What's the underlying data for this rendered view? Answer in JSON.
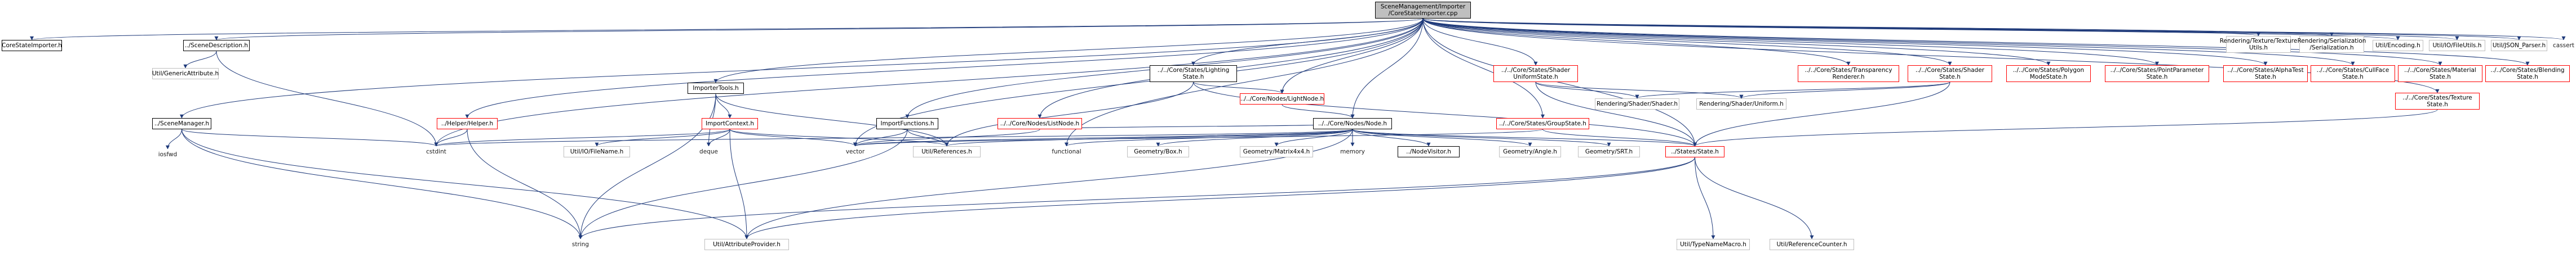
{
  "graph_title": "SceneManagement/Importer/CoreStateImporter.cpp",
  "colors": {
    "red_border": "#ff0000",
    "gray_border": "#bfbfbf",
    "edge": "#1f3a7a",
    "root_fill": "#bfbfbf"
  },
  "nodes": {
    "root": [
      "SceneManagement/Importer",
      "/CoreStateImporter.cpp"
    ],
    "core_state_importer_h": [
      "CoreStateImporter.h"
    ],
    "scene_description_h": [
      "../SceneDescription.h"
    ],
    "util_generic_attribute_h": [
      "Util/GenericAttribute.h"
    ],
    "scene_manager_h": [
      "../SceneManager.h"
    ],
    "iosfwd": [
      "iosfwd"
    ],
    "string": [
      "string"
    ],
    "util_attribute_provider_h": [
      "Util/AttributeProvider.h"
    ],
    "helper_h": [
      "../Helper/Helper.h"
    ],
    "cstdint": [
      "cstdint"
    ],
    "importer_tools_h": [
      "ImporterTools.h"
    ],
    "import_context_h": [
      "ImportContext.h"
    ],
    "deque": [
      "deque"
    ],
    "util_io_filename_h": [
      "Util/IO/FileName.h"
    ],
    "vector": [
      "vector"
    ],
    "util_references_h": [
      "Util/References.h"
    ],
    "import_functions_h": [
      "ImportFunctions.h"
    ],
    "list_node_h": [
      "../../Core/Nodes/ListNode.h"
    ],
    "light_node_h": [
      "../../Core/Nodes/LightNode.h"
    ],
    "node_h": [
      "../../Core/Nodes/Node.h"
    ],
    "functional": [
      "functional"
    ],
    "geometry_box_h": [
      "Geometry/Box.h"
    ],
    "geometry_matrix4x4_h": [
      "Geometry/Matrix4x4.h"
    ],
    "memory": [
      "memory"
    ],
    "node_visitor_h": [
      "../NodeVisitor.h"
    ],
    "geometry_angle_h": [
      "Geometry/Angle.h"
    ],
    "geometry_srt_h": [
      "Geometry/SRT.h"
    ],
    "lighting_state_h": [
      "../../Core/States/Lighting",
      "State.h"
    ],
    "shader_uniform_state_h": [
      "../../Core/States/Shader",
      "UniformState.h"
    ],
    "group_state_h": [
      "../../Core/States/GroupState.h"
    ],
    "states_state_h": [
      "../States/State.h"
    ],
    "util_type_name_macro_h": [
      "Util/TypeNameMacro.h"
    ],
    "util_reference_counter_h": [
      "Util/ReferenceCounter.h"
    ],
    "transparency_renderer_h": [
      "../../Core/States/Transparency",
      "Renderer.h"
    ],
    "shader_state_h": [
      "../../Core/States/Shader",
      "State.h"
    ],
    "rendering_shader_shader_h": [
      "Rendering/Shader/Shader.h"
    ],
    "rendering_shader_uniform_h": [
      "Rendering/Shader/Uniform.h"
    ],
    "polygon_mode_state_h": [
      "../../Core/States/Polygon",
      "ModeState.h"
    ],
    "point_parameter_state_h": [
      "../../Core/States/PointParameter",
      "State.h"
    ],
    "alpha_test_state_h": [
      "../../Core/States/AlphaTest",
      "State.h"
    ],
    "cull_face_state_h": [
      "../../Core/States/CullFace",
      "State.h"
    ],
    "material_state_h": [
      "../../Core/States/Material",
      "State.h"
    ],
    "blending_state_h": [
      "../../Core/States/Blending",
      "State.h"
    ],
    "texture_state_h": [
      "../../Core/States/Texture",
      "State.h"
    ],
    "rendering_texture_utils_h": [
      "Rendering/Texture/Texture",
      "Utils.h"
    ],
    "rendering_serialization_h": [
      "Rendering/Serialization",
      "/Serialization.h"
    ],
    "util_encoding_h": [
      "Util/Encoding.h"
    ],
    "util_io_fileutils_h": [
      "Util/IO/FileUtils.h"
    ],
    "util_json_parser_h": [
      "Util/JSON_Parser.h"
    ],
    "cassert": [
      "cassert"
    ]
  }
}
